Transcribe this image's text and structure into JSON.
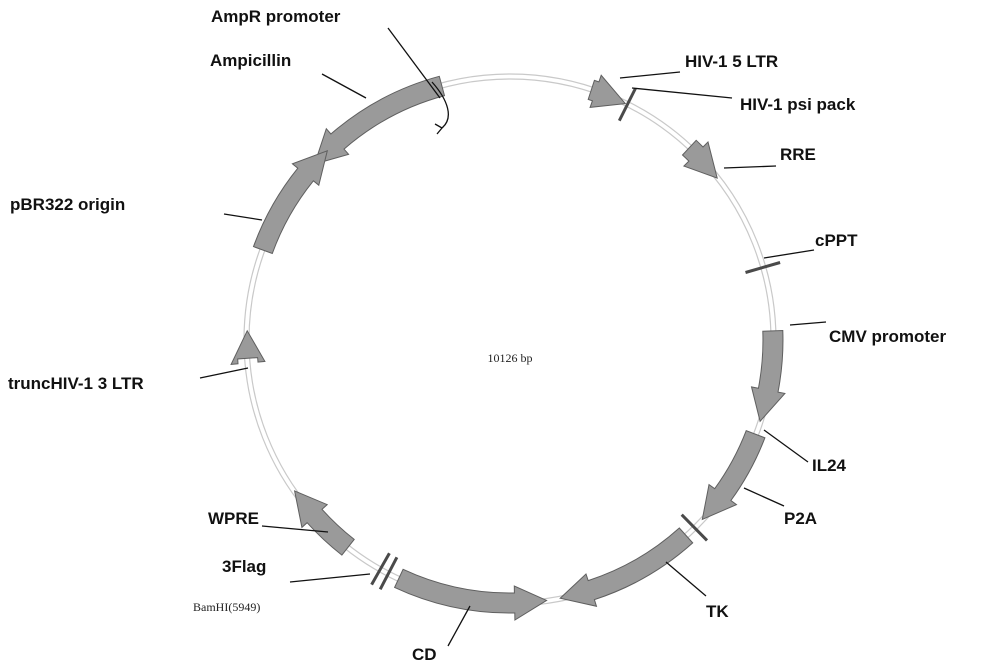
{
  "plasmid": {
    "size_label": "10126 bp",
    "ring_color": "#c9c9c9",
    "feature_fill": "#9a9a9a",
    "feature_stroke": "#5f5f5f"
  },
  "features": [
    {
      "id": "ampicillin",
      "label": "Ampicillin"
    },
    {
      "id": "ampr-promoter",
      "label": "AmpR promoter"
    },
    {
      "id": "hiv1-5-ltr",
      "label": "HIV-1 5 LTR"
    },
    {
      "id": "hiv1-psi-pack",
      "label": "HIV-1 psi pack"
    },
    {
      "id": "rre",
      "label": "RRE"
    },
    {
      "id": "cppt",
      "label": "cPPT"
    },
    {
      "id": "cmv-promoter",
      "label": "CMV promoter"
    },
    {
      "id": "il24",
      "label": "IL24"
    },
    {
      "id": "p2a",
      "label": "P2A"
    },
    {
      "id": "tk",
      "label": "TK"
    },
    {
      "id": "cd",
      "label": "CD"
    },
    {
      "id": "bamhi",
      "label": "BamHI(5949)"
    },
    {
      "id": "3flag",
      "label": "3Flag"
    },
    {
      "id": "wpre",
      "label": "WPRE"
    },
    {
      "id": "trunc-hiv1-3-ltr",
      "label": "truncHIV-1 3 LTR"
    },
    {
      "id": "pbr322-origin",
      "label": "pBR322 origin"
    }
  ]
}
